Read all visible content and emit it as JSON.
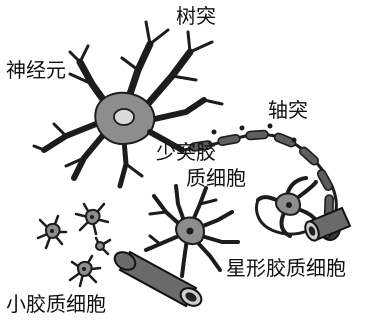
{
  "labels": {
    "neuron": "神经元",
    "dendrite": "树突",
    "axon": "轴突",
    "oligodendrocyte_line1": "少突胶",
    "oligodendrocyte_line2": "质细胞",
    "astrocyte": "星形胶质细胞",
    "microglia": "小胶质细胞"
  },
  "colors": {
    "cell_body": "#8d8d8d",
    "outline": "#1c1c1c",
    "nucleus": "#dadada",
    "myelin_sheath": "#5e5e5e",
    "blood_vessel": "#6a6a6a",
    "background": "#ffffff"
  }
}
